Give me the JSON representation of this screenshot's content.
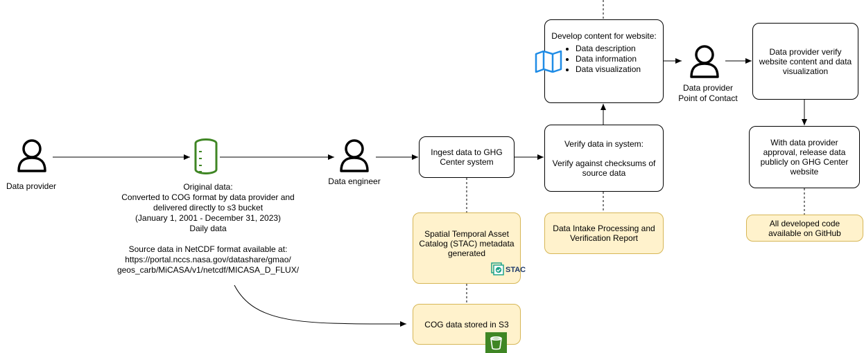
{
  "actors": {
    "data_provider": "Data provider",
    "data_engineer": "Data engineer",
    "point_of_contact": "Data provider\nPoint of Contact"
  },
  "original_data": {
    "text": "Original data:\nConverted to COG format by data provider and\ndelivered directly to s3 bucket\n(January 1, 2001 - December 31, 2023)\nDaily data\n\nSource data in NetCDF format available at:\nhttps://portal.nccs.nasa.gov/datashare/gmao/\ngeos_carb/MiCASA/v1/netcdf/MICASA_D_FLUX/"
  },
  "boxes": {
    "ingest": "Ingest data to GHG Center system",
    "verify": "Verify data in system:\n\nVerify against checksums of source data",
    "develop_title": "Develop content for website:",
    "develop_items": [
      "Data description",
      "Data information",
      "Data visualization"
    ],
    "provider_verify": "Data provider verify website content and data visualization",
    "release": "With data provider approval, release data publicly on GHG Center website"
  },
  "notes": {
    "stac": "Spatial Temporal Asset Catalog (STAC) metadata generated",
    "stac_logo": "STAC",
    "cog_s3": "COG data stored in S3",
    "intake_report": "Data Intake Processing and Verification Report",
    "github": "All developed code available on GitHub"
  },
  "colors": {
    "note_fill": "#fff2cc",
    "note_border": "#d6b656",
    "database_green": "#3f8624",
    "map_blue": "#1f8ce6",
    "s3_green": "#3f8624"
  }
}
